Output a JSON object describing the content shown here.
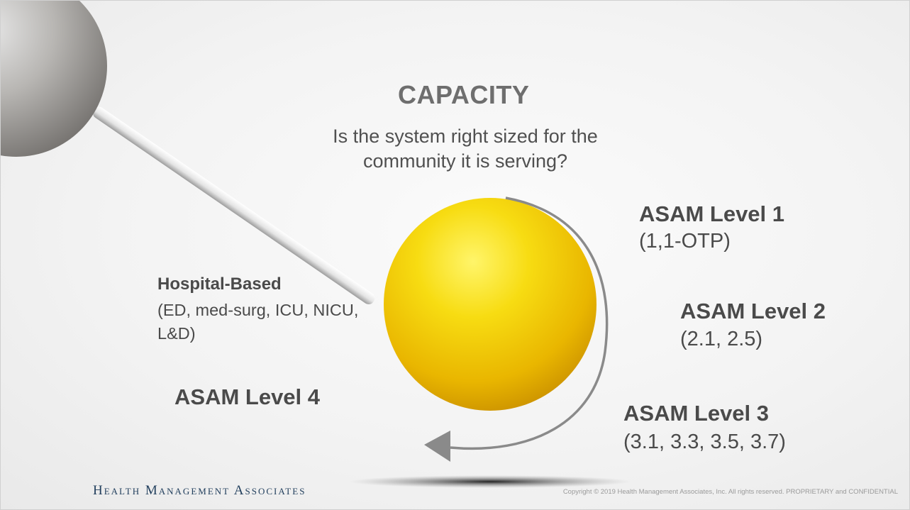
{
  "slide": {
    "title": "CAPACITY",
    "subtitle": "Is the system right sized for the community it is serving?",
    "levels": [
      {
        "heading": "ASAM Level 1",
        "detail": "(1,1-OTP)"
      },
      {
        "heading": "ASAM Level 2",
        "detail": "(2.1, 2.5)"
      },
      {
        "heading": "ASAM Level 3",
        "detail": "(3.1, 3.3, 3.5, 3.7)"
      },
      {
        "heading": "ASAM Level 4"
      }
    ],
    "hospital": {
      "heading": "Hospital-Based",
      "detail": "(ED, med-surg, ICU, NICU, L&D)"
    }
  },
  "footer": {
    "brand": "Health Management Associates",
    "copyright": "Copyright © 2019 Health Management Associates, Inc. All rights reserved. PROPRIETARY and CONFIDENTIAL"
  },
  "colors": {
    "text": "#595959",
    "ball": "#f5c800",
    "arrow": "#8a8a8a",
    "brand": "#23405e"
  },
  "icons": [
    "yellow-ball-icon",
    "grey-ball-icon",
    "curved-arrow-icon"
  ]
}
